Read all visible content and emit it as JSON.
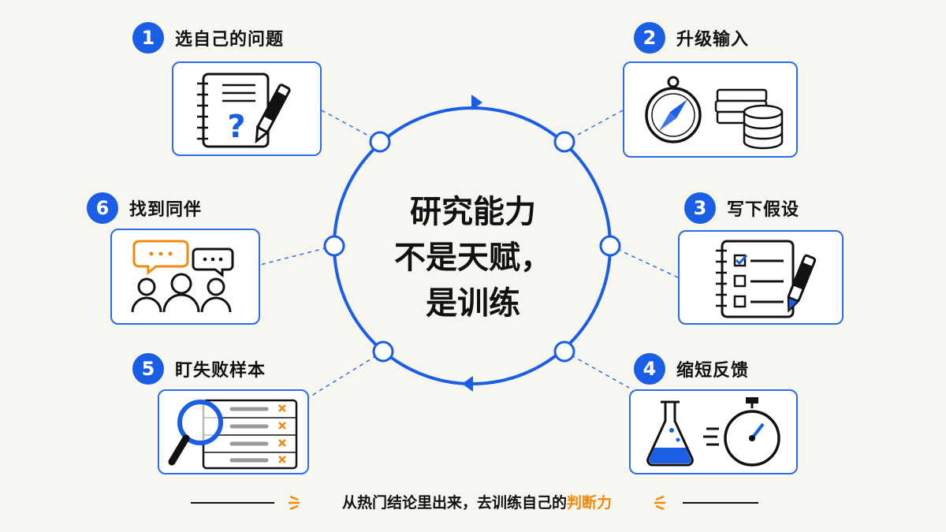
{
  "center": {
    "lines": [
      "研究能力",
      "不是天赋，",
      "是训练"
    ]
  },
  "steps": [
    {
      "number": "1",
      "title": "选自己的问题",
      "icon": "notebook-question-icon"
    },
    {
      "number": "2",
      "title": "升级输入",
      "icon": "compass-books-icon"
    },
    {
      "number": "3",
      "title": "写下假设",
      "icon": "checklist-pen-icon"
    },
    {
      "number": "4",
      "title": "缩短反馈",
      "icon": "flask-stopwatch-icon"
    },
    {
      "number": "5",
      "title": "盯失败样本",
      "icon": "magnifier-list-icon"
    },
    {
      "number": "6",
      "title": "找到同伴",
      "icon": "people-chat-icon"
    }
  ],
  "footer": {
    "text": "从热门结论里出来，去训练自己的",
    "highlight": "判断力"
  },
  "colors": {
    "accent": "#1a5ee6",
    "highlight": "#f08a0a",
    "background": "#f8f6f0"
  }
}
